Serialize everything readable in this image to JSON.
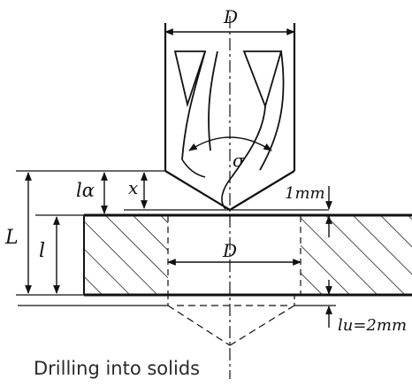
{
  "diagram": {
    "labels": {
      "drill_diameter_top": "D",
      "hole_diameter": "D",
      "point_angle": "σ",
      "total_length": "L",
      "workpiece_thickness": "l",
      "approach_length": "lα",
      "point_height": "x",
      "clearance": "1mm",
      "overrun": "lu=2mm"
    }
  },
  "caption": "Drilling into solids"
}
